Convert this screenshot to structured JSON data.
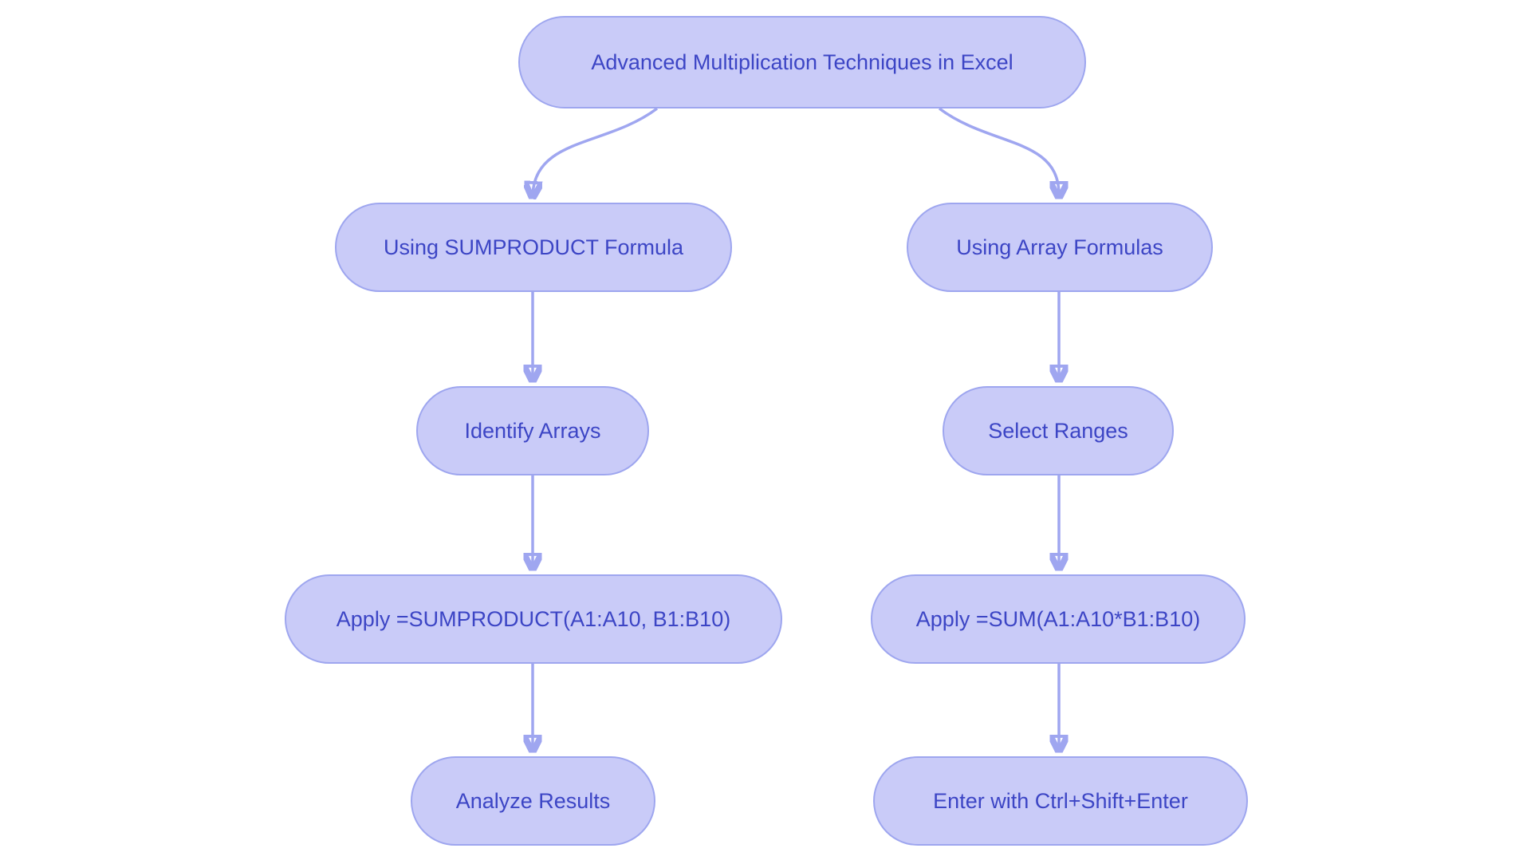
{
  "diagram": {
    "title": "Advanced Multiplication Techniques in Excel",
    "colors": {
      "node_fill": "#c9cbf8",
      "node_border": "#9ea6ef",
      "node_text": "#3c45c5",
      "edge": "#9fa6f0",
      "background": "#ffffff"
    },
    "nodes": [
      {
        "id": "root",
        "label": "Advanced Multiplication Techniques in Excel"
      },
      {
        "id": "sumproduct",
        "label": "Using SUMPRODUCT Formula"
      },
      {
        "id": "array",
        "label": "Using Array Formulas"
      },
      {
        "id": "identify",
        "label": "Identify Arrays"
      },
      {
        "id": "select",
        "label": "Select Ranges"
      },
      {
        "id": "apply_sumproduct",
        "label": "Apply =SUMPRODUCT(A1:A10, B1:B10)"
      },
      {
        "id": "apply_sum",
        "label": "Apply =SUM(A1:A10*B1:B10)"
      },
      {
        "id": "analyze",
        "label": "Analyze Results"
      },
      {
        "id": "enter",
        "label": "Enter with Ctrl+Shift+Enter"
      }
    ],
    "edges": [
      {
        "from": "root",
        "to": "sumproduct"
      },
      {
        "from": "root",
        "to": "array"
      },
      {
        "from": "sumproduct",
        "to": "identify"
      },
      {
        "from": "identify",
        "to": "apply_sumproduct"
      },
      {
        "from": "apply_sumproduct",
        "to": "analyze"
      },
      {
        "from": "array",
        "to": "select"
      },
      {
        "from": "select",
        "to": "apply_sum"
      },
      {
        "from": "apply_sum",
        "to": "enter"
      }
    ]
  }
}
